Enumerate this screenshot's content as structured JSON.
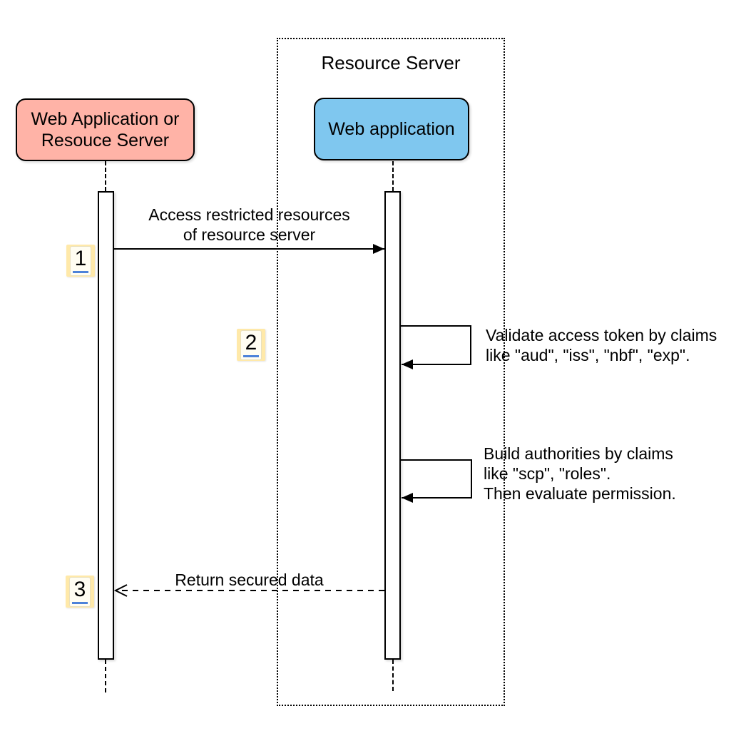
{
  "diagram": {
    "type": "uml-sequence",
    "boundary": {
      "title": "Resource Server"
    },
    "actors": [
      {
        "label": "Web Application or\nResouce Server",
        "fill": "#ffb3a7"
      },
      {
        "label": "Web application",
        "fill": "#7fc7ef"
      }
    ],
    "messages": [
      {
        "num": "1",
        "kind": "sync-request",
        "arrow": "solid-filled",
        "from": "Web Application or Resouce Server",
        "to": "Web application",
        "label": "Access restricted resources\nof resource server"
      },
      {
        "num": "2",
        "kind": "self-call",
        "arrow": "solid-filled",
        "from": "Web application",
        "to": "Web application",
        "label": "Validate access token by claims\nlike \"aud\", \"iss\", \"nbf\", \"exp\"."
      },
      {
        "kind": "self-call",
        "arrow": "solid-filled",
        "from": "Web application",
        "to": "Web application",
        "label": "Build authorities by claims\nlike \"scp\", \"roles\".\nThen evaluate permission."
      },
      {
        "num": "3",
        "kind": "reply",
        "arrow": "dashed-open",
        "from": "Web application",
        "to": "Web Application or Resouce Server",
        "label": "Return secured data"
      }
    ],
    "colors": {
      "actor_left_fill": "#ffb3a7",
      "actor_right_fill": "#7fc7ef",
      "badge_fill": "#ffe9a9",
      "badge_underline": "#4d82d9",
      "stroke": "#000000",
      "background": "#ffffff"
    }
  }
}
